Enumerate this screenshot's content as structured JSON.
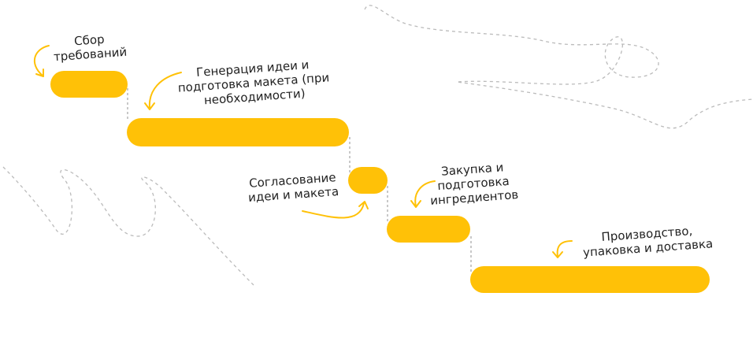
{
  "colors": {
    "bar": "#FFC107",
    "arrow": "#FFC107",
    "connector": "#9A9A9A",
    "decoration": "#BBBBBB",
    "text": "#222222"
  },
  "stages": [
    {
      "id": "requirements",
      "label_lines": [
        "Сбор",
        "требований"
      ]
    },
    {
      "id": "idea",
      "label_lines": [
        "Генерация идеи и",
        "подготовка макета (при",
        "необходимости)"
      ]
    },
    {
      "id": "approval",
      "label_lines": [
        "Согласование",
        "идеи и макета"
      ]
    },
    {
      "id": "procurement",
      "label_lines": [
        "Закупка и",
        "подготовка",
        "ингредиентов"
      ]
    },
    {
      "id": "production",
      "label_lines": [
        "Производство,",
        "упаковка и доставка"
      ]
    }
  ],
  "icons": {
    "arrow": "curved-arrow-icon",
    "connector": "dashed-connector"
  }
}
